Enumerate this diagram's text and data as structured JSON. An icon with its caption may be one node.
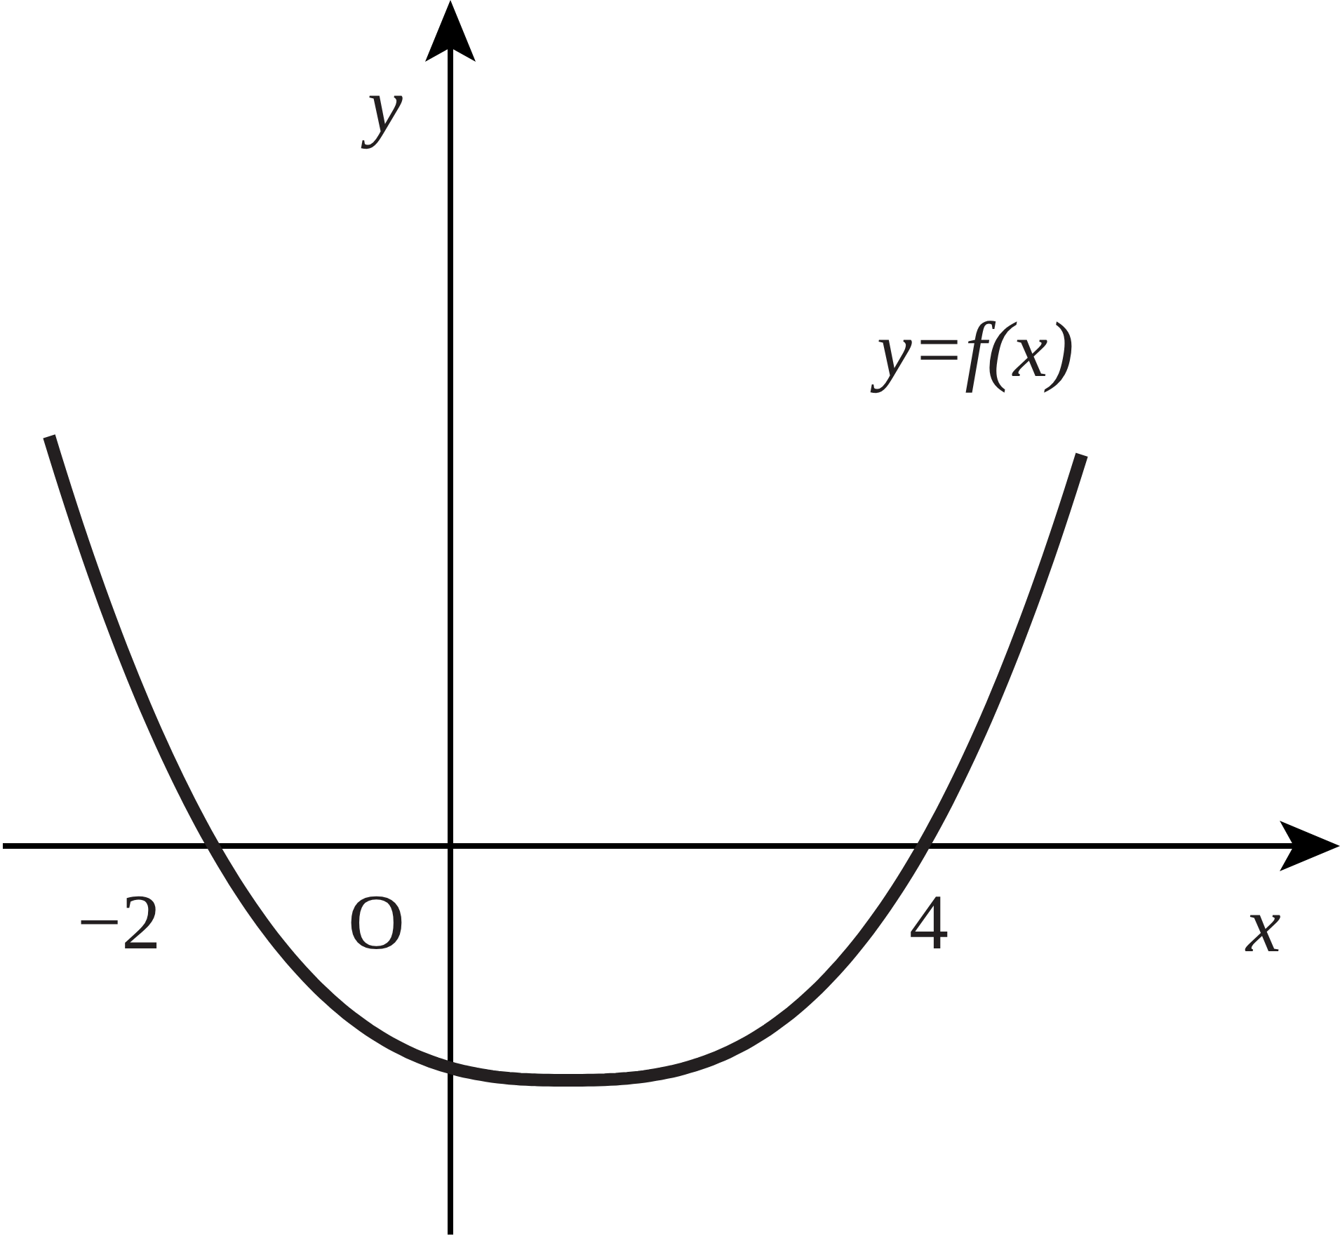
{
  "diagram": {
    "labels": [
      "y",
      "y=f(x)",
      "−2",
      "O",
      "4",
      "x"
    ]
  }
}
